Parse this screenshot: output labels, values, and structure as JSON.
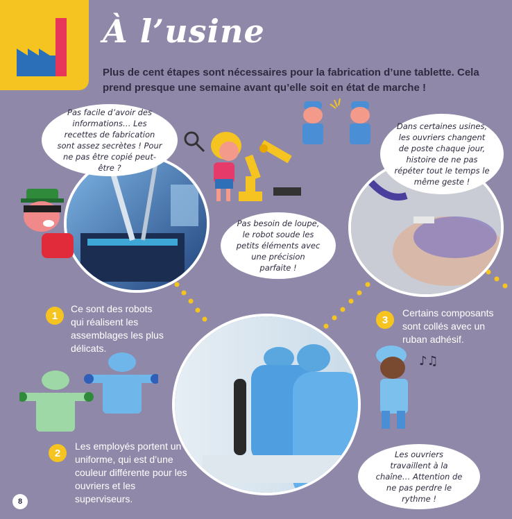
{
  "header": {
    "title": "À l’usine",
    "intro": "Plus de cent étapes sont nécessaires pour la fabrication d’une tablette. Cela prend presque une semaine avant qu’elle soit en état de marche !"
  },
  "bubbles": {
    "spy": "Pas facile d’avoir des informations… Les recettes de fabrication sont assez secrètes ! Pour ne pas être copié peut-être ?",
    "robot": "Pas besoin de loupe, le robot soude les petits éléments avec une précision parfaite !",
    "workers": "Dans certaines usines, les ouvriers changent de poste chaque jour, histoire de ne pas répéter tout le temps le même geste !",
    "chain": "Les ouvriers travaillent à la chaîne… Attention de ne pas perdre le rythme !"
  },
  "steps": [
    {
      "number": "1",
      "text": "Ce sont des robots qui réalisent les assemblages les plus délicats."
    },
    {
      "number": "2",
      "text": "Les employés portent un uniforme, qui est d’une couleur différente pour les ouvriers et les superviseurs."
    },
    {
      "number": "3",
      "text": "Certains composants sont collés avec un ruban adhésif."
    }
  ],
  "page": {
    "number": "8"
  },
  "colors": {
    "background": "#8f88a8",
    "accent": "#f5c420",
    "text_dark": "#2e2a40"
  }
}
